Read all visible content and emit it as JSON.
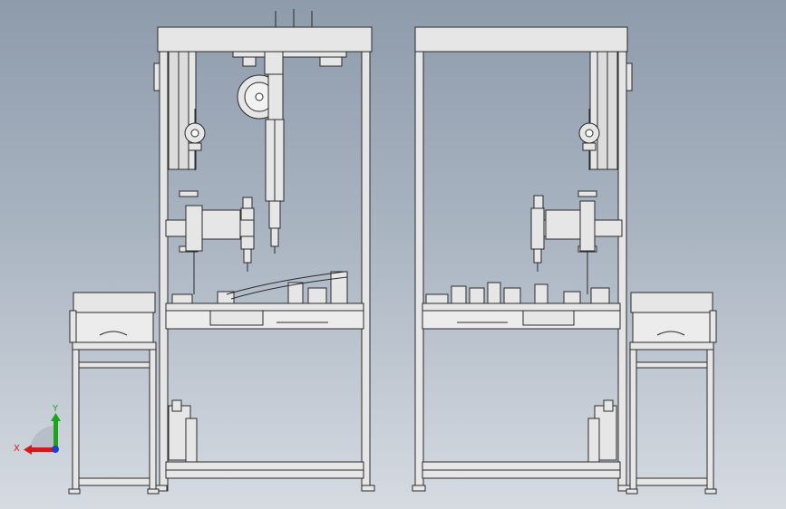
{
  "viewport": {
    "background_top": "#8e9bab",
    "background_bottom": "#d6dbe2"
  },
  "model": {
    "stations": [
      {
        "id": "left-station",
        "tools": [
          "counterbalance-reel",
          "electric-screwdriver",
          "electric-screwdriver",
          "feed-motor"
        ]
      },
      {
        "id": "right-station",
        "tools": [
          "counterbalance-reel",
          "electric-screwdriver"
        ]
      }
    ],
    "side_tables": [
      "left-side-table",
      "right-side-table"
    ],
    "line_color": "#2a2a2a",
    "frame_color": "#e6e6e6",
    "part_color": "#cfcfcf"
  },
  "triad": {
    "x_label": "X",
    "y_label": "Y",
    "x_color": "#d11a1a",
    "y_color": "#1aa51a",
    "z_color": "#1a3fd1"
  }
}
